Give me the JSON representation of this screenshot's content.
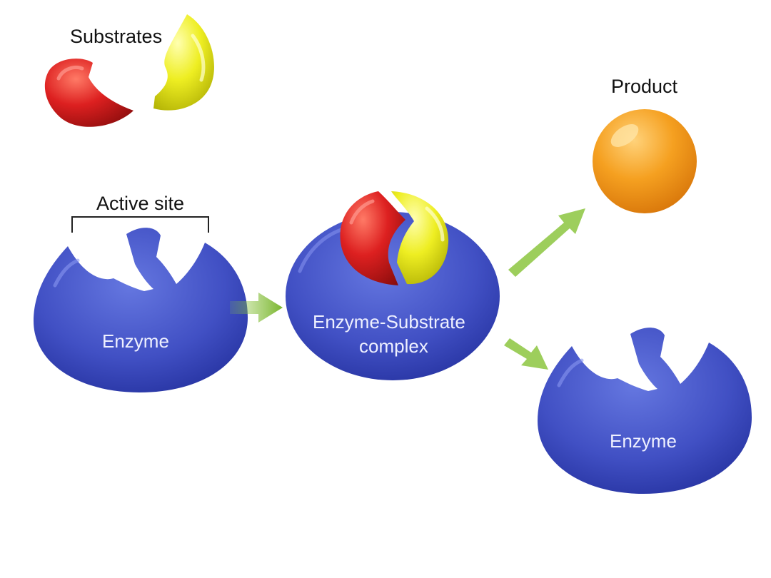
{
  "labels": {
    "substrates": "Substrates",
    "product": "Product",
    "active_site": "Active site",
    "enzyme_left": "Enzyme",
    "complex_line1": "Enzyme-Substrate",
    "complex_line2": "complex",
    "enzyme_right": "Enzyme"
  },
  "colors": {
    "enzyme": "#3f4fbf",
    "substrate_red": "#cc1a1a",
    "substrate_yellow": "#e6e619",
    "product": "#f29a1a",
    "arrow": "#8cc63f",
    "text": "#111111"
  },
  "icons": {
    "enzyme": "enzyme-shape",
    "substrate_a": "red-substrate-shape",
    "substrate_b": "yellow-substrate-shape",
    "product": "orange-sphere",
    "arrow": "green-arrow"
  }
}
